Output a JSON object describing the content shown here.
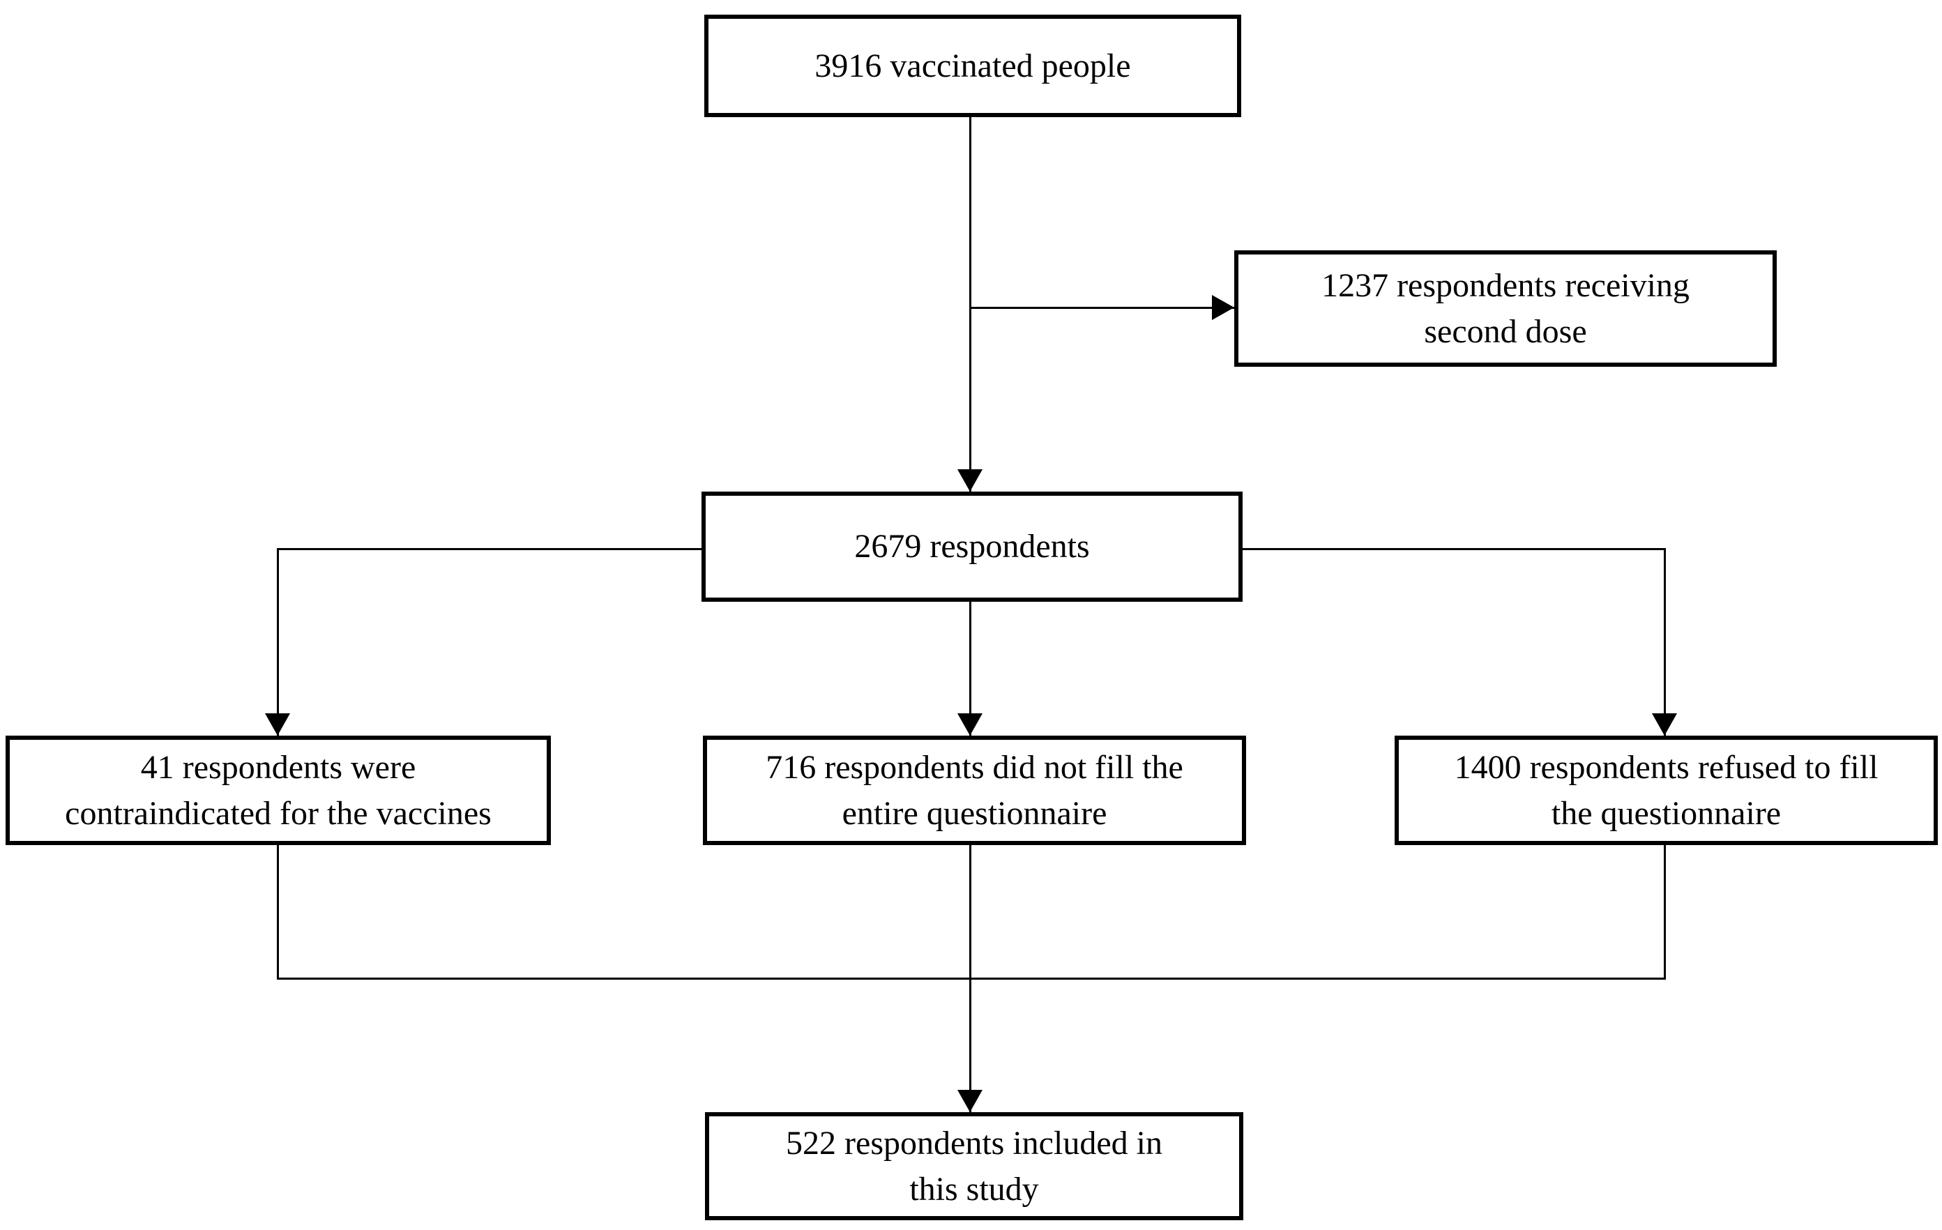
{
  "diagram": {
    "type": "flowchart",
    "description": "Study participant flow diagram",
    "colors": {
      "line": "#000000",
      "box_border": "#000000",
      "box_background": "#ffffff",
      "text": "#000000",
      "page_background": "#ffffff"
    },
    "nodes": {
      "vaccinated": {
        "line1": "3916 vaccinated people"
      },
      "second_dose": {
        "line1": "1237 respondents receiving",
        "line2": "second dose"
      },
      "respondents": {
        "line1": "2679 respondents"
      },
      "contraindicated": {
        "line1": "41 respondents were",
        "line2": "contraindicated for the vaccines"
      },
      "incomplete": {
        "line1": "716 respondents did not fill the",
        "line2": "entire questionnaire"
      },
      "refused": {
        "line1": "1400 respondents refused to fill",
        "line2": "the questionnaire"
      },
      "included": {
        "line1": "522 respondents included in",
        "line2": "this study"
      }
    },
    "edges": [
      {
        "from": "vaccinated",
        "to": "respondents",
        "arrow": true
      },
      {
        "from": "vaccinated",
        "to": "second_dose",
        "arrow": true
      },
      {
        "from": "respondents",
        "to": "contraindicated",
        "arrow": true
      },
      {
        "from": "respondents",
        "to": "incomplete",
        "arrow": true
      },
      {
        "from": "respondents",
        "to": "refused",
        "arrow": true
      },
      {
        "from": "contraindicated",
        "to": "included",
        "arrow": true
      },
      {
        "from": "incomplete",
        "to": "included",
        "arrow": true
      },
      {
        "from": "refused",
        "to": "included",
        "arrow": true
      }
    ]
  }
}
